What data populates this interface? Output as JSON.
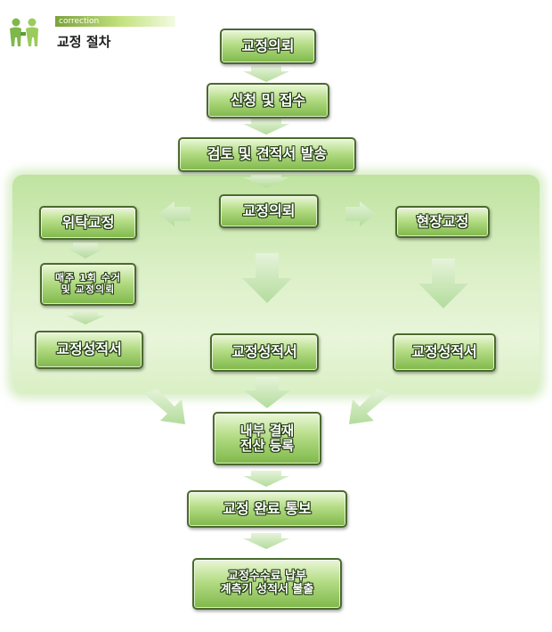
{
  "header": {
    "english": "correction",
    "title": "교정 절차",
    "logo_icon": "people-icon"
  },
  "colors": {
    "band": "#d8efc2",
    "box_border": "#4b6a2e",
    "box_fill_top": "#eaf7d8",
    "box_fill_bottom": "#7fb84a",
    "arrow": "#bfe3a9",
    "text_outline": "#1f3810"
  },
  "steps": {
    "request": "교정의뢰",
    "apply": "신청 및 접수",
    "review": "검토 및 견적서 발송",
    "center_request": "교정의뢰",
    "entrusted": "위탁교정",
    "onsite": "현장교정",
    "weekly": "매주 1회 수거\n및 교정의뢰",
    "cert_left": "교정성적서",
    "cert_center": "교정성적서",
    "cert_right": "교정성적서",
    "internal": "내부 결재\n전산 등록",
    "complete": "교정 완료 통보",
    "payment": "교정수수료 납부\n계측기 성적서 불출"
  }
}
